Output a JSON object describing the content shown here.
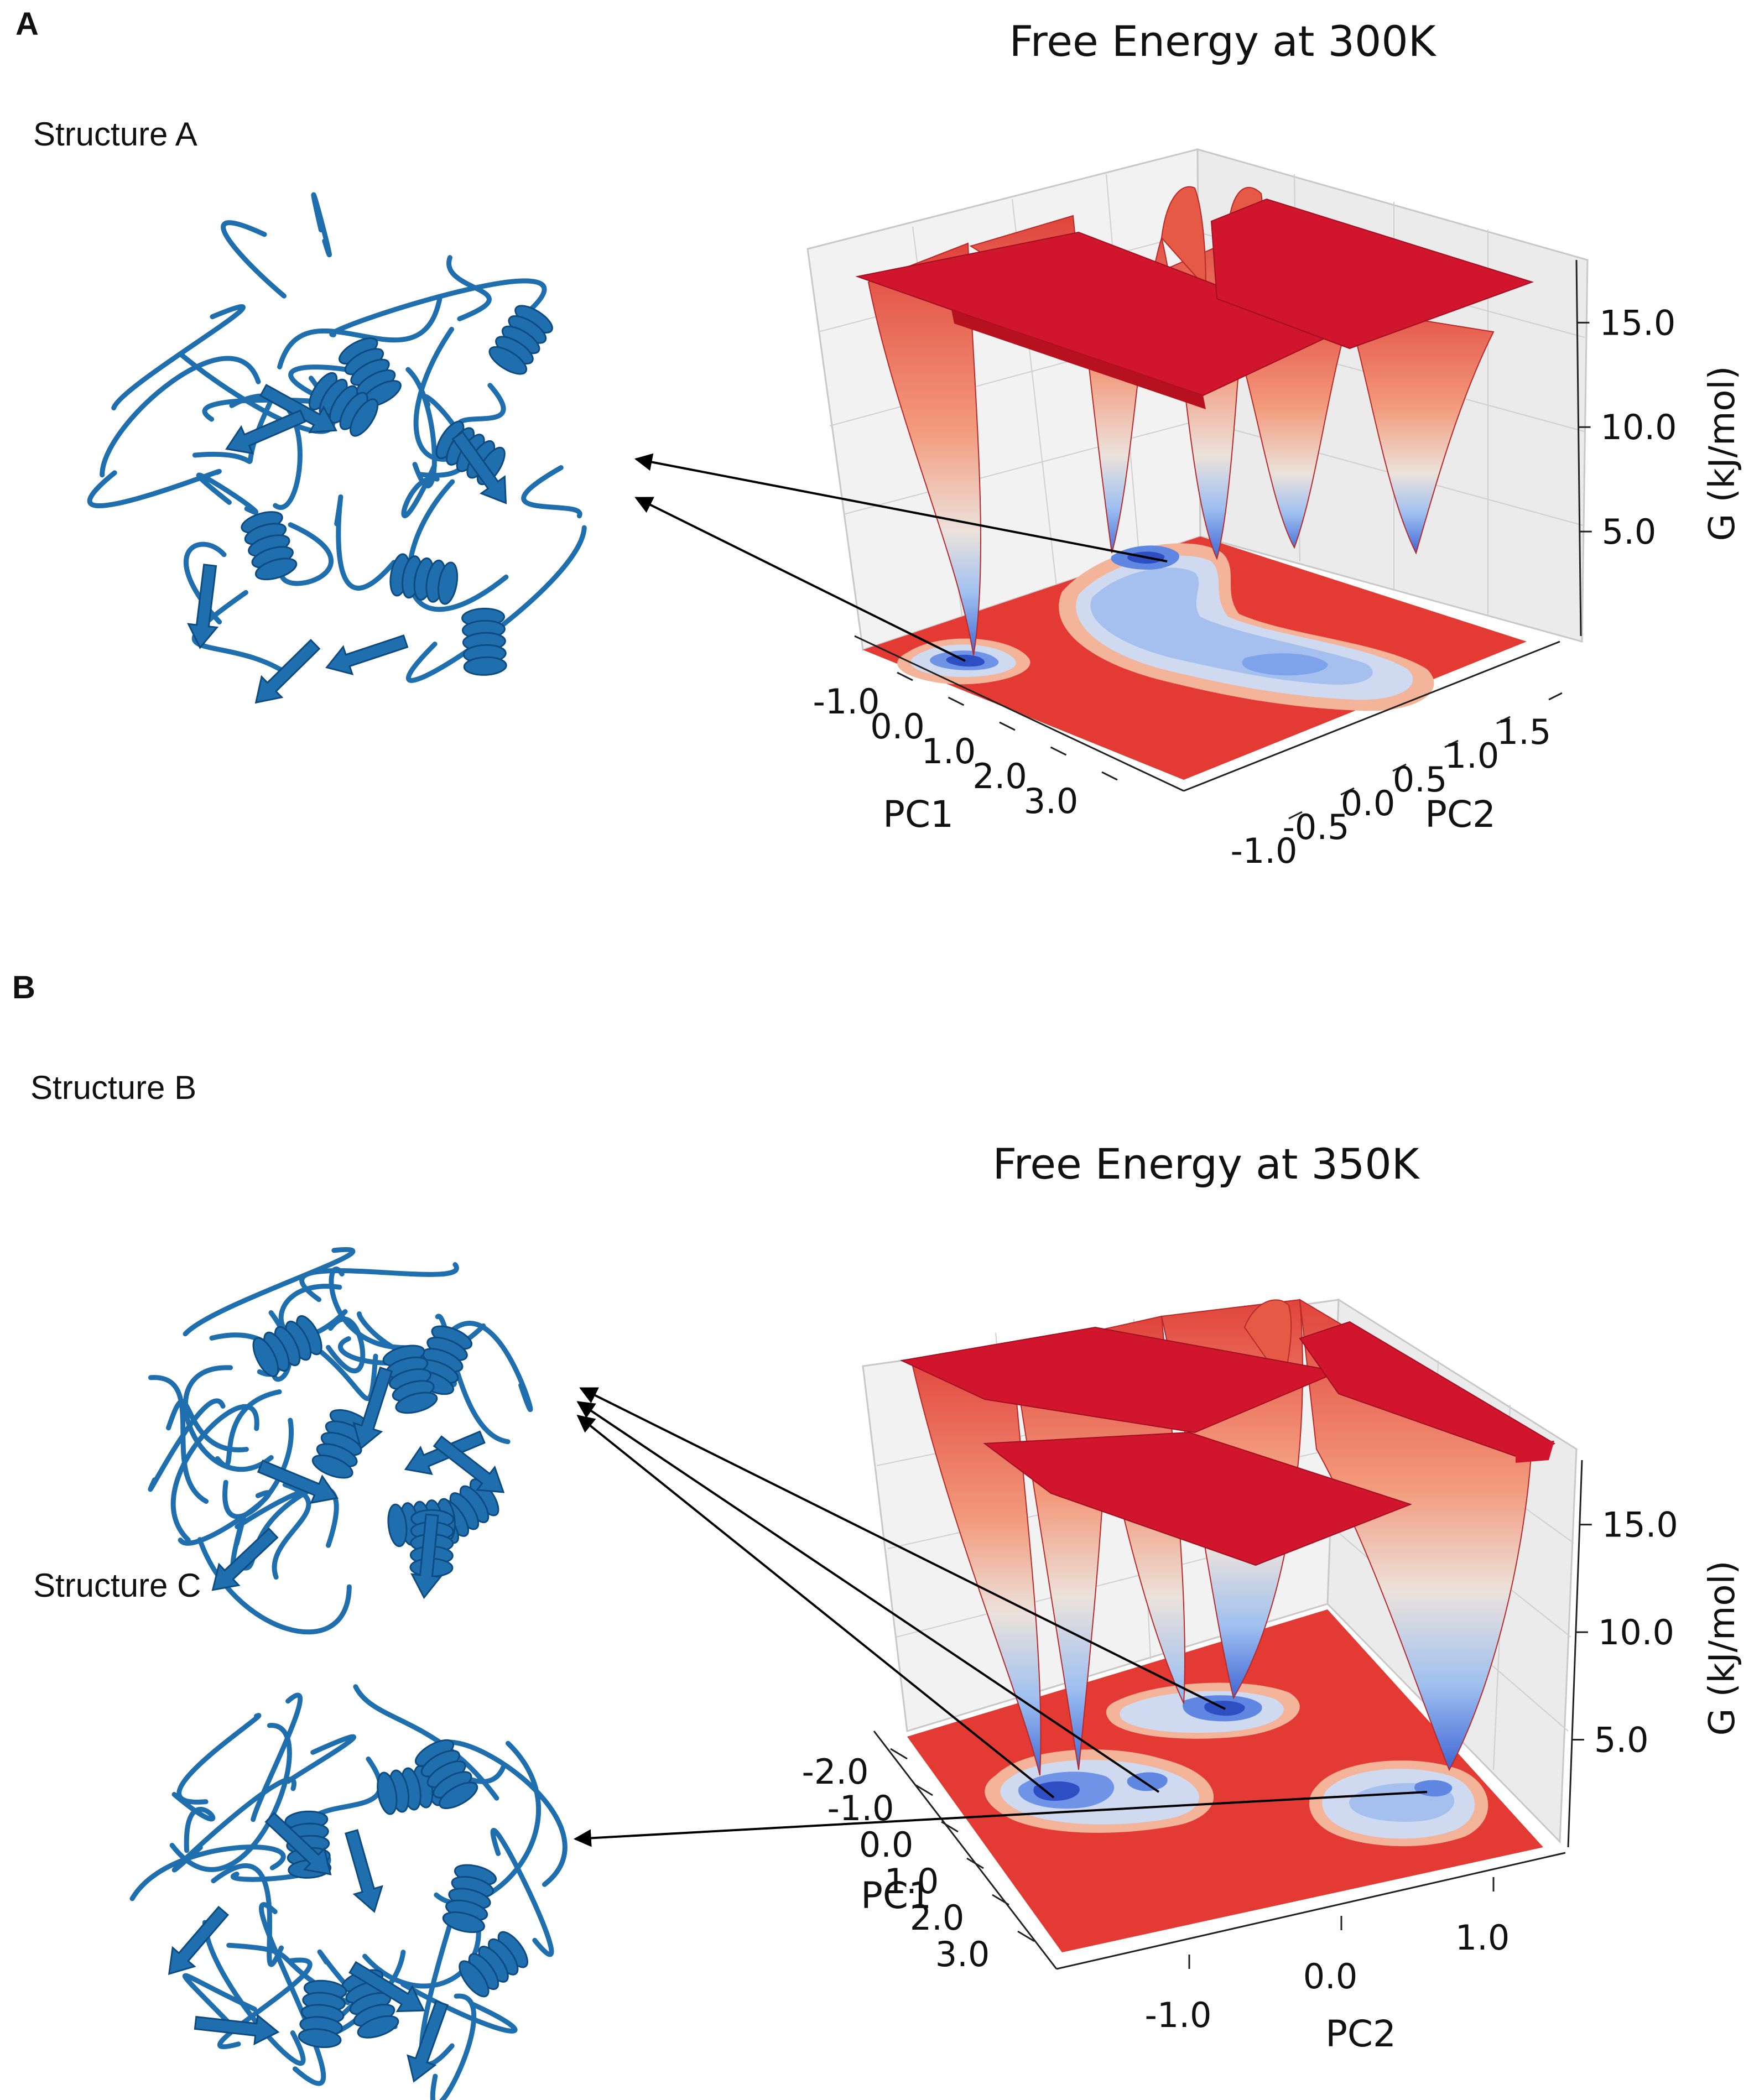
{
  "panels": [
    {
      "letter": "A",
      "structures": [
        "Structure A"
      ]
    },
    {
      "letter": "B",
      "structures": [
        "Structure B",
        "Structure C"
      ]
    }
  ],
  "colors": {
    "protein": "#1f6fae",
    "plateau": "#d0152d",
    "floor": "#e33a34",
    "basin_deep": "#3a5fd0",
    "basin_mid": "#8fb2ee",
    "basin_light": "#cfdaf0",
    "contour_rim": "#f4b49a"
  },
  "chart_data": [
    {
      "type": "surface3d",
      "title": "Free Energy at 300K",
      "xlabel": "PC1",
      "ylabel": "PC2",
      "zlabel": "G (kJ/mol)",
      "x_ticks": [
        "-1.0",
        "0.0",
        "1.0",
        "2.0",
        "3.0"
      ],
      "y_ticks": [
        "-1.0",
        "-0.5",
        "0.0",
        "0.5",
        "1.0",
        "1.5"
      ],
      "z_ticks": [
        "5.0",
        "10.0",
        "15.0"
      ],
      "zlim": [
        0,
        18
      ],
      "minima": [
        {
          "pc1": -0.9,
          "pc2": -0.6,
          "g": 0,
          "structure": "Structure A"
        },
        {
          "pc1": 0.3,
          "pc2": 0.3,
          "g": 1,
          "structure": "Structure A"
        }
      ],
      "colormap": "coolwarm"
    },
    {
      "type": "surface3d",
      "title": "Free Energy at 350K",
      "xlabel": "PC1",
      "ylabel": "PC2",
      "zlabel": "G (kJ/mol)",
      "x_ticks": [
        "-2.0",
        "-1.0",
        "0.0",
        "1.0",
        "2.0",
        "3.0"
      ],
      "y_ticks": [
        "-1.0",
        "0.0",
        "1.0"
      ],
      "z_ticks": [
        "5.0",
        "10.0",
        "15.0"
      ],
      "zlim": [
        0,
        18
      ],
      "minima": [
        {
          "pc1": -1.8,
          "pc2": -1.2,
          "g": 0,
          "structure": "Structure B"
        },
        {
          "pc1": -0.8,
          "pc2": -0.4,
          "g": 1,
          "structure": "Structure B"
        },
        {
          "pc1": 0.1,
          "pc2": 0.2,
          "g": 1,
          "structure": "Structure B"
        },
        {
          "pc1": 1.2,
          "pc2": 1.3,
          "g": 2,
          "structure": "Structure C"
        }
      ],
      "colormap": "coolwarm"
    }
  ]
}
